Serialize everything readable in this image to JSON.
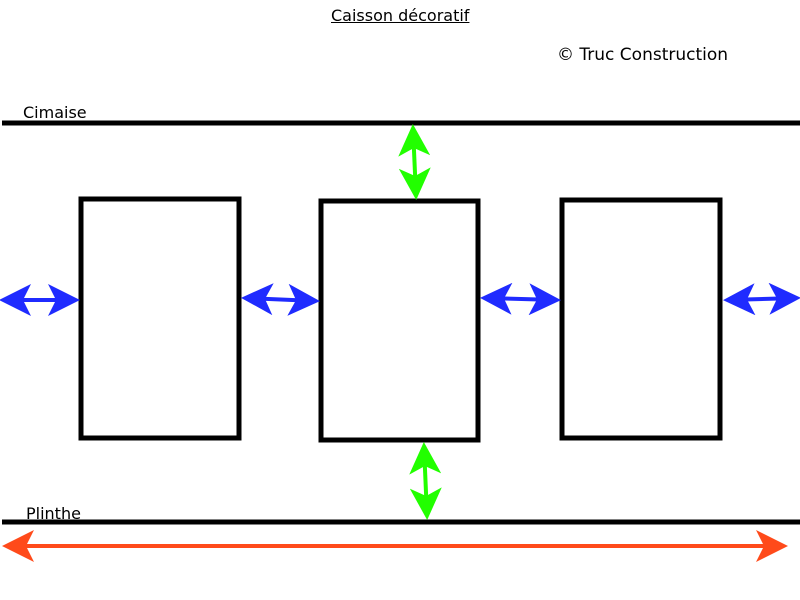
{
  "title": "Caisson décoratif",
  "copyright": "© Truc Construction",
  "labels": {
    "top_rail": "Cimaise",
    "bottom_rail": "Plinthe"
  },
  "colors": {
    "frame": "#000000",
    "horizontal_spacing_arrow": "#1f2bff",
    "vertical_spacing_arrow": "#22ff00",
    "total_width_arrow": "#ff4a1a",
    "background": "#ffffff"
  },
  "panels": [
    {
      "id": "panel-1"
    },
    {
      "id": "panel-2"
    },
    {
      "id": "panel-3"
    }
  ]
}
